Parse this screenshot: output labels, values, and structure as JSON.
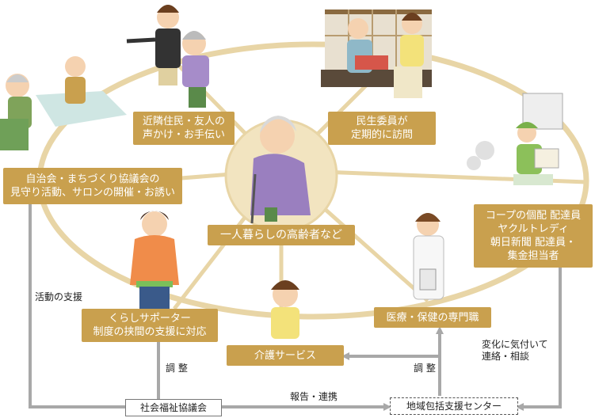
{
  "center": {
    "label": "一人暮らしの高齢者など"
  },
  "supporters": [
    {
      "id": "neighbors",
      "lines": [
        "近隣住民・友人の",
        "声かけ・お手伝い"
      ]
    },
    {
      "id": "welfare-commissioner",
      "lines": [
        "民生委員が",
        "定期的に訪問"
      ]
    },
    {
      "id": "self-governing",
      "lines": [
        "自治会・まちづくり協議会の",
        "見守り活動、サロンの開催・お誘い"
      ]
    },
    {
      "id": "delivery",
      "lines": [
        "コープの個配 配達員",
        "ヤクルトレディ",
        "朝日新聞 配達員・",
        "集金担当者"
      ]
    },
    {
      "id": "kurashi-supporter",
      "lines": [
        "くらしサポーター",
        "制度の挟間の支援に対応"
      ]
    },
    {
      "id": "medical",
      "lines": [
        "医療・保健の専門職"
      ]
    },
    {
      "id": "care-service",
      "lines": [
        "介護サービス"
      ]
    }
  ],
  "organizations": {
    "social_welfare_council": "社会福祉協議会",
    "comprehensive_support_center": "地域包括支援センター"
  },
  "flow_labels": {
    "activity_support": "活動の支援",
    "coordination_left": "調 整",
    "coordination_right": "調 整",
    "report_cooperation": "報告・連携",
    "notice_lines": [
      "変化に気付いて",
      "連絡・相談"
    ]
  },
  "colors": {
    "ring": "#e8d5a6",
    "box": "#c9a04e",
    "arrow": "#a8a8a8",
    "hub": "#f2e4c0"
  }
}
